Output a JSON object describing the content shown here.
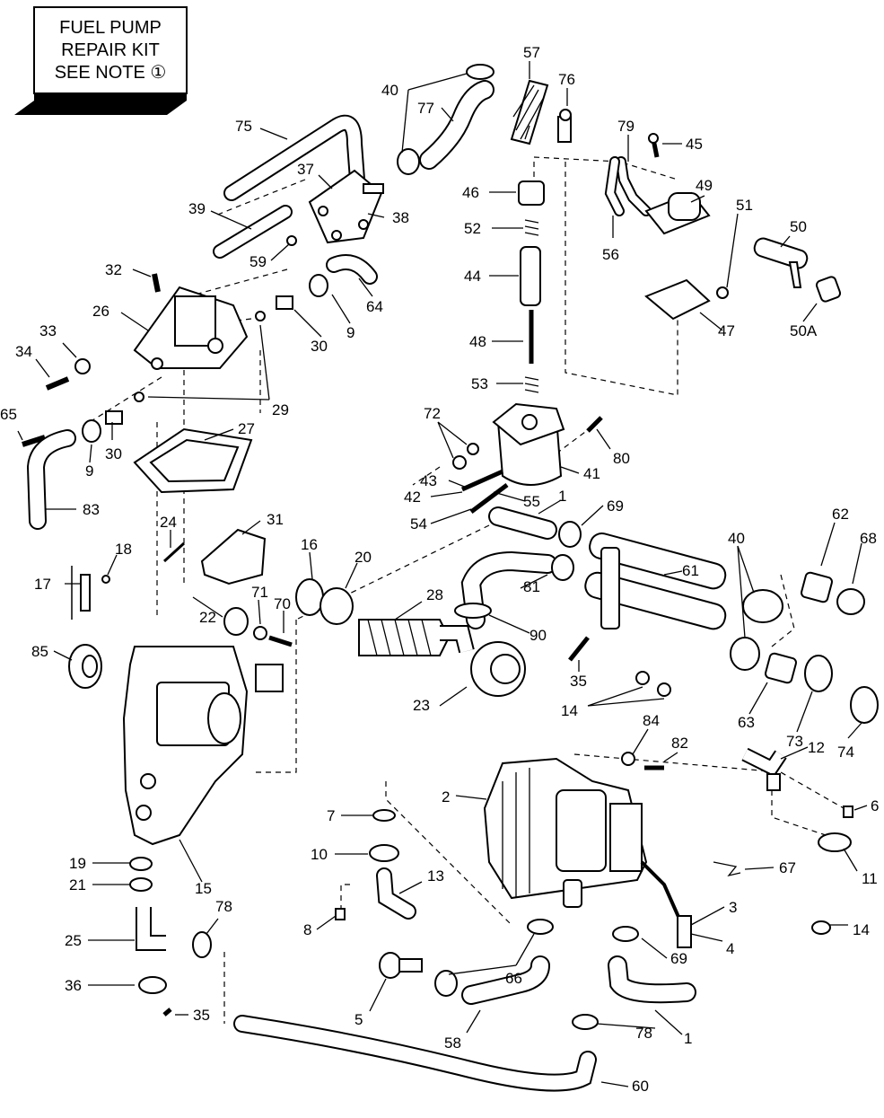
{
  "note_box": {
    "line1": "FUEL PUMP",
    "line2": "REPAIR KIT",
    "line3": "SEE NOTE ①"
  },
  "callouts": [
    {
      "id": "c-57",
      "text": "57"
    },
    {
      "id": "c-76",
      "text": "76"
    },
    {
      "id": "c-40a",
      "text": "40"
    },
    {
      "id": "c-77",
      "text": "77"
    },
    {
      "id": "c-75",
      "text": "75"
    },
    {
      "id": "c-79",
      "text": "79"
    },
    {
      "id": "c-45",
      "text": "45"
    },
    {
      "id": "c-37",
      "text": "37"
    },
    {
      "id": "c-46",
      "text": "46"
    },
    {
      "id": "c-49",
      "text": "49"
    },
    {
      "id": "c-39",
      "text": "39"
    },
    {
      "id": "c-38",
      "text": "38"
    },
    {
      "id": "c-52",
      "text": "52"
    },
    {
      "id": "c-51",
      "text": "51"
    },
    {
      "id": "c-50",
      "text": "50"
    },
    {
      "id": "c-59",
      "text": "59"
    },
    {
      "id": "c-56",
      "text": "56"
    },
    {
      "id": "c-32",
      "text": "32"
    },
    {
      "id": "c-44",
      "text": "44"
    },
    {
      "id": "c-64",
      "text": "64"
    },
    {
      "id": "c-26",
      "text": "26"
    },
    {
      "id": "c-30a",
      "text": "30"
    },
    {
      "id": "c-9a",
      "text": "9"
    },
    {
      "id": "c-47",
      "text": "47"
    },
    {
      "id": "c-50A",
      "text": "50A"
    },
    {
      "id": "c-33",
      "text": "33"
    },
    {
      "id": "c-34",
      "text": "34"
    },
    {
      "id": "c-48",
      "text": "48"
    },
    {
      "id": "c-53",
      "text": "53"
    },
    {
      "id": "c-29",
      "text": "29"
    },
    {
      "id": "c-65",
      "text": "65"
    },
    {
      "id": "c-72",
      "text": "72"
    },
    {
      "id": "c-30b",
      "text": "30"
    },
    {
      "id": "c-27",
      "text": "27"
    },
    {
      "id": "c-80",
      "text": "80"
    },
    {
      "id": "c-9b",
      "text": "9"
    },
    {
      "id": "c-41",
      "text": "41"
    },
    {
      "id": "c-43",
      "text": "43"
    },
    {
      "id": "c-42",
      "text": "42"
    },
    {
      "id": "c-55",
      "text": "55"
    },
    {
      "id": "c-1a",
      "text": "1"
    },
    {
      "id": "c-83",
      "text": "83"
    },
    {
      "id": "c-54",
      "text": "54"
    },
    {
      "id": "c-69a",
      "text": "69"
    },
    {
      "id": "c-24",
      "text": "24"
    },
    {
      "id": "c-31",
      "text": "31"
    },
    {
      "id": "c-62",
      "text": "62"
    },
    {
      "id": "c-40b",
      "text": "40"
    },
    {
      "id": "c-68",
      "text": "68"
    },
    {
      "id": "c-18",
      "text": "18"
    },
    {
      "id": "c-16",
      "text": "16"
    },
    {
      "id": "c-20",
      "text": "20"
    },
    {
      "id": "c-61",
      "text": "61"
    },
    {
      "id": "c-17",
      "text": "17"
    },
    {
      "id": "c-28",
      "text": "28"
    },
    {
      "id": "c-81",
      "text": "81"
    },
    {
      "id": "c-71",
      "text": "71"
    },
    {
      "id": "c-70",
      "text": "70"
    },
    {
      "id": "c-22",
      "text": "22"
    },
    {
      "id": "c-90",
      "text": "90"
    },
    {
      "id": "c-85",
      "text": "85"
    },
    {
      "id": "c-35a",
      "text": "35"
    },
    {
      "id": "c-23",
      "text": "23"
    },
    {
      "id": "c-14a",
      "text": "14"
    },
    {
      "id": "c-63",
      "text": "63"
    },
    {
      "id": "c-73",
      "text": "73"
    },
    {
      "id": "c-74",
      "text": "74"
    },
    {
      "id": "c-84",
      "text": "84"
    },
    {
      "id": "c-82",
      "text": "82"
    },
    {
      "id": "c-12",
      "text": "12"
    },
    {
      "id": "c-2",
      "text": "2"
    },
    {
      "id": "c-6",
      "text": "6"
    },
    {
      "id": "c-7",
      "text": "7"
    },
    {
      "id": "c-10",
      "text": "10"
    },
    {
      "id": "c-13",
      "text": "13"
    },
    {
      "id": "c-67",
      "text": "67"
    },
    {
      "id": "c-11",
      "text": "11"
    },
    {
      "id": "c-19",
      "text": "19"
    },
    {
      "id": "c-15",
      "text": "15"
    },
    {
      "id": "c-21",
      "text": "21"
    },
    {
      "id": "c-78a",
      "text": "78"
    },
    {
      "id": "c-3",
      "text": "3"
    },
    {
      "id": "c-14b",
      "text": "14"
    },
    {
      "id": "c-25",
      "text": "25"
    },
    {
      "id": "c-8",
      "text": "8"
    },
    {
      "id": "c-4",
      "text": "4"
    },
    {
      "id": "c-66",
      "text": "66"
    },
    {
      "id": "c-69b",
      "text": "69"
    },
    {
      "id": "c-36",
      "text": "36"
    },
    {
      "id": "c-35b",
      "text": "35"
    },
    {
      "id": "c-5",
      "text": "5"
    },
    {
      "id": "c-58",
      "text": "58"
    },
    {
      "id": "c-78b",
      "text": "78"
    },
    {
      "id": "c-1b",
      "text": "1"
    },
    {
      "id": "c-60",
      "text": "60"
    }
  ]
}
